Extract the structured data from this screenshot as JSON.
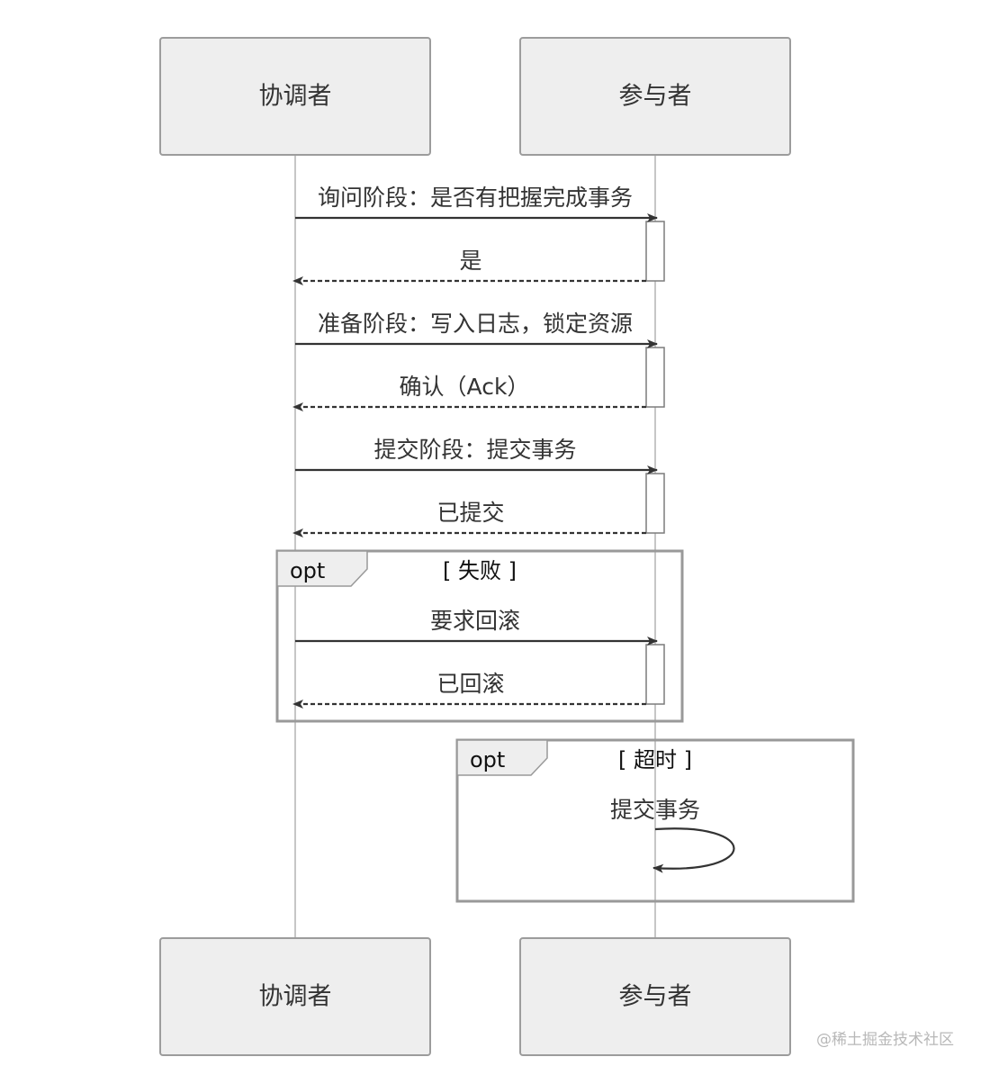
{
  "participants": {
    "coordinator": "协调者",
    "participant": "参与者"
  },
  "messages": [
    {
      "label": "询问阶段：是否有把握完成事务",
      "style": "solid",
      "direction": "right"
    },
    {
      "label": "是",
      "style": "dashed",
      "direction": "left"
    },
    {
      "label": "准备阶段：写入日志，锁定资源",
      "style": "solid",
      "direction": "right"
    },
    {
      "label": "确认（Ack）",
      "style": "dashed",
      "direction": "left"
    },
    {
      "label": "提交阶段：提交事务",
      "style": "solid",
      "direction": "right"
    },
    {
      "label": "已提交",
      "style": "dashed",
      "direction": "left"
    }
  ],
  "frames": [
    {
      "tab": "opt",
      "condition": "[ 失败 ]",
      "messages": [
        {
          "label": "要求回滚",
          "style": "solid",
          "direction": "right"
        },
        {
          "label": "已回滚",
          "style": "dashed",
          "direction": "left"
        }
      ]
    },
    {
      "tab": "opt",
      "condition": "[ 超时 ]",
      "messages": [
        {
          "label": "提交事务",
          "style": "solid",
          "direction": "self"
        }
      ]
    }
  ],
  "watermark": "@稀土掘金技术社区"
}
